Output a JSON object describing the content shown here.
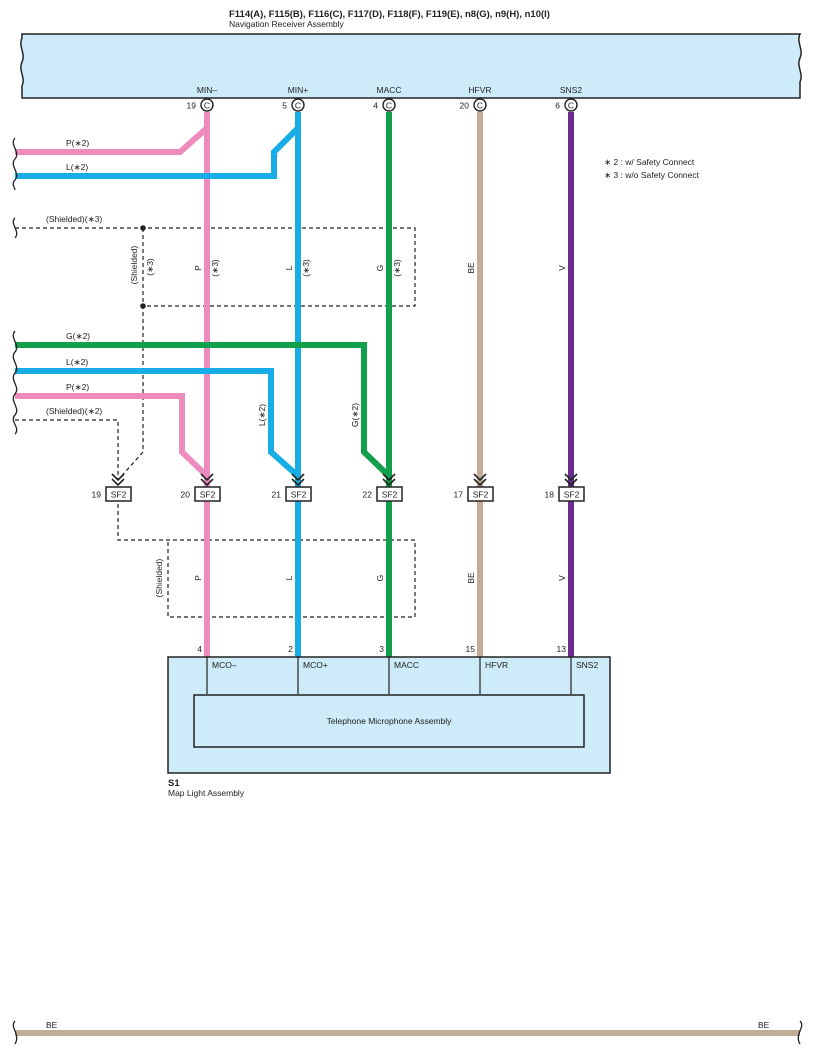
{
  "header": {
    "connectors": "F114(A), F115(B), F116(C), F117(D), F118(F), F119(E), n8(G), n9(H), n10(I)",
    "assembly": "Navigation Receiver Assembly"
  },
  "nav_pins": [
    {
      "label": "MIN–",
      "num": "19",
      "conn": "C"
    },
    {
      "label": "MIN+",
      "num": "5",
      "conn": "C"
    },
    {
      "label": "MACC",
      "num": "4",
      "conn": "C"
    },
    {
      "label": "HFVR",
      "num": "20",
      "conn": "C"
    },
    {
      "label": "SNS2",
      "num": "6",
      "conn": "C"
    }
  ],
  "notes": [
    "∗ 2 : w/ Safety Connect",
    "∗ 3 : w/o Safety Connect"
  ],
  "wire_labels": {
    "p_top": "P(∗2)",
    "l_top": "L(∗2)",
    "shielded_top": "(Shielded)(∗3)",
    "shielded_vert": "(Shielded)",
    "star3": "(∗3)",
    "p": "P",
    "l": "L",
    "g": "G",
    "be": "BE",
    "v": "V",
    "g_mid": "G(∗2)",
    "l_mid": "L(∗2)",
    "p_mid": "P(∗2)",
    "shielded_mid": "(Shielded)(∗2)",
    "l_diag": "L(∗2)",
    "g_diag": "G(∗2)",
    "shielded_lower": "(Shielded)"
  },
  "splices": [
    {
      "num": "19",
      "name": "SF2"
    },
    {
      "num": "20",
      "name": "SF2"
    },
    {
      "num": "21",
      "name": "SF2"
    },
    {
      "num": "22",
      "name": "SF2"
    },
    {
      "num": "17",
      "name": "SF2"
    },
    {
      "num": "18",
      "name": "SF2"
    }
  ],
  "map_light_pins": [
    {
      "num": "4",
      "label": "MCO–"
    },
    {
      "num": "2",
      "label": "MCO+"
    },
    {
      "num": "3",
      "label": "MACC"
    },
    {
      "num": "15",
      "label": "HFVR"
    },
    {
      "num": "13",
      "label": "SNS2"
    }
  ],
  "inner_component": "Telephone Microphone Assembly",
  "map_light": {
    "code": "S1",
    "name": "Map Light Assembly"
  },
  "bottom_wire": {
    "left": "BE",
    "right": "BE"
  },
  "colors": {
    "pink": "#ee8bbd",
    "blue": "#18ade6",
    "green": "#12a04c",
    "beige": "#c1ad97",
    "purple": "#6a2c8e",
    "box_fill": "#cdebf8",
    "outline": "#222222"
  }
}
